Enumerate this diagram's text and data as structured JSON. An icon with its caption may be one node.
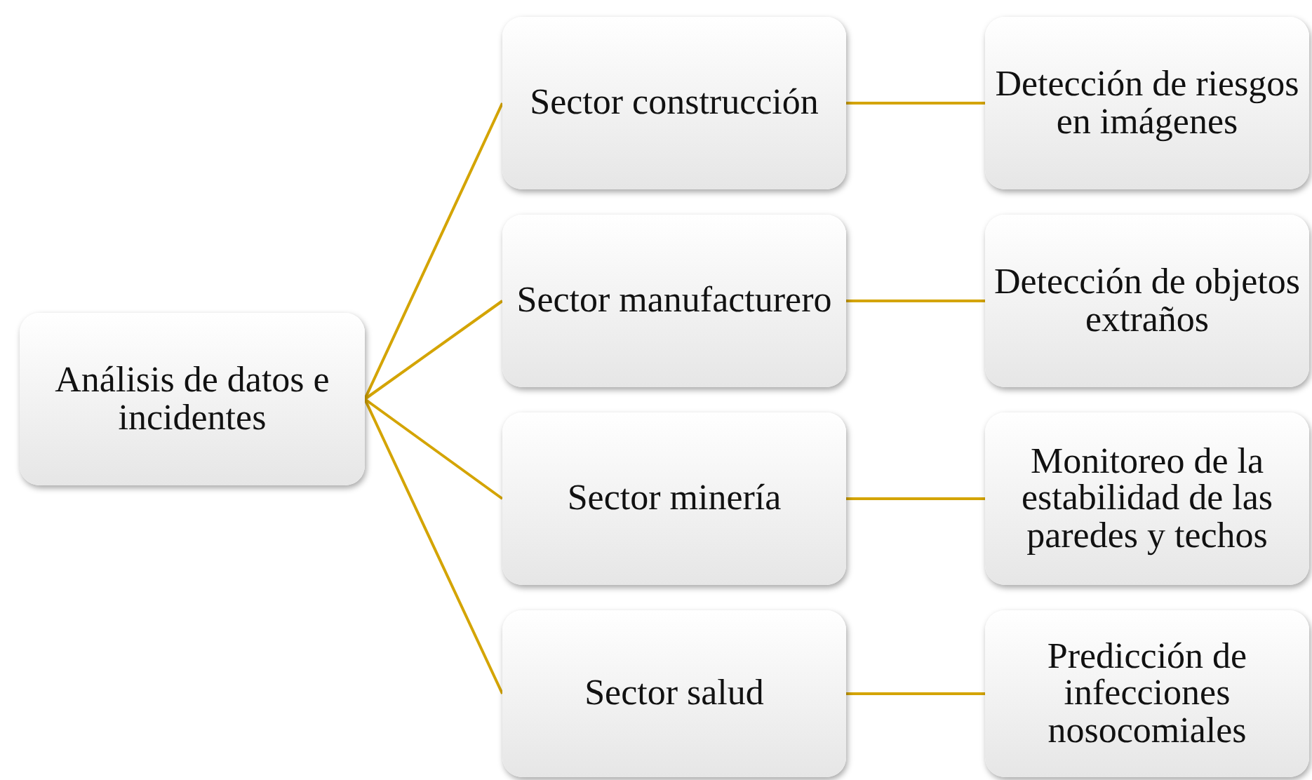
{
  "diagram": {
    "nodes": [
      {
        "text": [
          "Análisis de datos e incidentes"
        ]
      },
      {
        "text": [
          "Sector construcción"
        ]
      },
      {
        "text": [
          "Sector manufacturero"
        ]
      },
      {
        "text": [
          "Sector minería"
        ]
      },
      {
        "text": [
          "Sector salud"
        ]
      },
      {
        "text": [
          "Detección de riesgos en imágenes"
        ]
      },
      {
        "text": [
          "Detección de objetos extraños"
        ]
      },
      {
        "text": [
          "Monitoreo de la estabilidad de las paredes y techos"
        ]
      },
      {
        "text": [
          "Predicción de infecciones nosocomiales"
        ]
      }
    ],
    "edges": [
      {
        "from": 0,
        "to": 1,
        "arrow": "none"
      },
      {
        "from": 0,
        "to": 2,
        "arrow": "none"
      },
      {
        "from": 0,
        "to": 3,
        "arrow": "none"
      },
      {
        "from": 0,
        "to": 4,
        "arrow": "none"
      },
      {
        "from": 1,
        "to": 5,
        "arrow": "none"
      },
      {
        "from": 2,
        "to": 6,
        "arrow": "none"
      },
      {
        "from": 3,
        "to": 7,
        "arrow": "none"
      },
      {
        "from": 4,
        "to": 8,
        "arrow": "none"
      }
    ]
  }
}
